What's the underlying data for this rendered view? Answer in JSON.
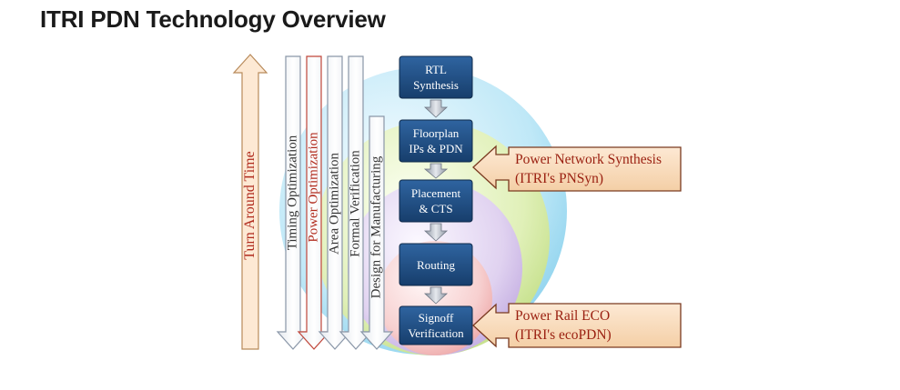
{
  "title": "ITRI PDN Technology Overview",
  "side_arrows": {
    "turn_around_time": "Turn Around Time",
    "timing": "Timing Optimization",
    "power": "Power Optimization",
    "area": "Area Optimization",
    "formal": "Formal Verification",
    "dfm": "Design for Manufacturing"
  },
  "stages": [
    {
      "label": "RTL\nSynthesis"
    },
    {
      "label": "Floorplan\nIPs & PDN"
    },
    {
      "label": "Placement\n& CTS"
    },
    {
      "label": "Routing"
    },
    {
      "label": "Signoff\nVerification"
    }
  ],
  "callouts": {
    "pnsyn": {
      "line1": "Power Network Synthesis",
      "line2": "(ITRI's PNSyn)"
    },
    "ecopdn": {
      "line1": "Power Rail ECO",
      "line2": "(ITRI's ecoPDN)"
    }
  },
  "colors": {
    "stage_box": "#1f4e85",
    "accent_red": "#b02a1c",
    "callout_fill": "#f8d9b8"
  }
}
